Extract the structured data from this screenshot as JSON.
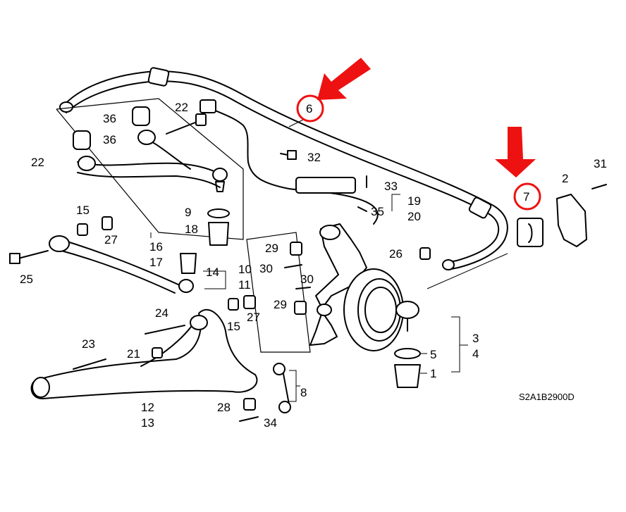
{
  "diagram_code": "S2A1B2900D",
  "callouts": [
    {
      "num": "6",
      "highlighted": true
    },
    {
      "num": "7",
      "highlighted": true
    }
  ],
  "labels": [
    "36",
    "36",
    "22",
    "22",
    "32",
    "33",
    "19",
    "20",
    "35",
    "31",
    "2",
    "9",
    "18",
    "15",
    "27",
    "16",
    "17",
    "25",
    "14",
    "11",
    "10",
    "30",
    "30",
    "29",
    "29",
    "26",
    "24",
    "27",
    "15",
    "23",
    "21",
    "12",
    "13",
    "28",
    "34",
    "8",
    "3",
    "4",
    "5",
    "1"
  ],
  "colors": {
    "highlight": "#ee1111",
    "line": "#000000",
    "background": "#ffffff"
  },
  "icons": [
    "red-arrow-icon",
    "red-circle-icon"
  ]
}
